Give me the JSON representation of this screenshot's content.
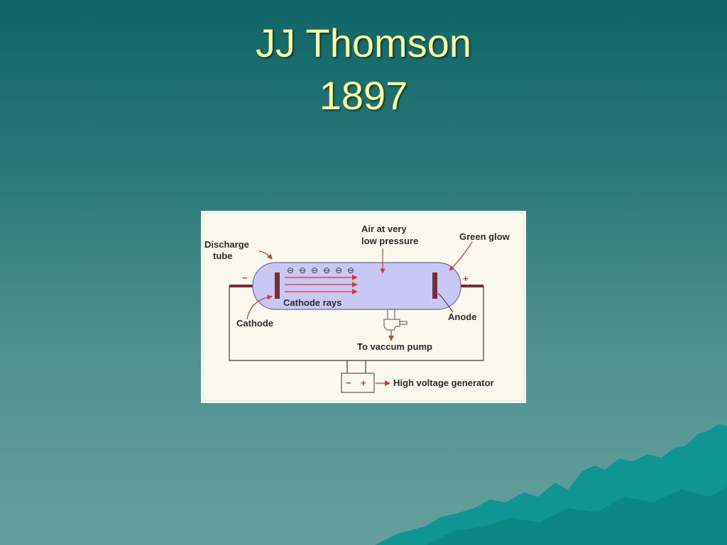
{
  "title": {
    "line1": "JJ Thomson",
    "line2": "1897"
  },
  "diagram": {
    "labels": {
      "discharge_tube_1": "Discharge",
      "discharge_tube_2": "tube",
      "air_1": "Air at very",
      "air_2": "low pressure",
      "green_glow": "Green glow",
      "cathode_rays": "Cathode rays",
      "cathode": "Cathode",
      "anode": "Anode",
      "vacuum_pump": "To vaccum pump",
      "generator": "High voltage generator",
      "minus": "−",
      "plus": "+",
      "gen_minus": "−",
      "gen_plus": "+"
    },
    "electron_symbol": "⊖",
    "colors": {
      "tube_fill": "#c9c8f5",
      "electrode": "#7a2e2e",
      "arrow": "#d23a2a",
      "wire": "#3a3a3a",
      "panel_bg": "#fbf8ee"
    }
  },
  "colors": {
    "title": "#ffff99",
    "mountain": "#0f9693"
  }
}
